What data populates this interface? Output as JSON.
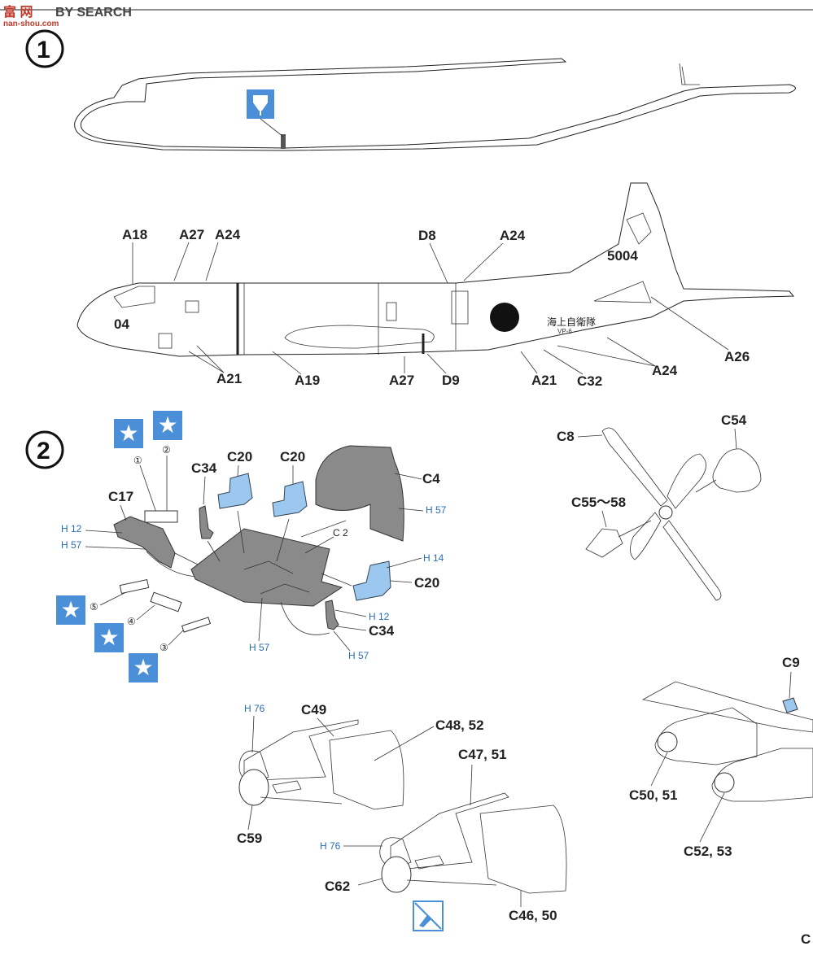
{
  "watermark": {
    "brand_cn": "富 网",
    "brand_en": "BY SEARCH",
    "url": "nan-shou.com"
  },
  "steps": [
    {
      "num": "1"
    },
    {
      "num": "2"
    }
  ],
  "step1_labels": {
    "a18": "A18",
    "a27_top": "A27",
    "a24_top_left": "A24",
    "d8": "D8",
    "a24_top_right": "A24",
    "a21_left": "A21",
    "a19": "A19",
    "a27_bottom": "A27",
    "d9": "D9",
    "a21_right": "A21",
    "c32": "C32",
    "a24_bottom": "A24",
    "a26": "A26"
  },
  "aircraft_markings": {
    "nose_number": "04",
    "tail_number": "5004",
    "fuselage_text": "海上自衛隊",
    "unit": "VP-6"
  },
  "step2_labels": {
    "c17": "C17",
    "c34_top": "C34",
    "c20_a": "C20",
    "c20_b": "C20",
    "c4": "C4",
    "c2": "C 2",
    "c20_c": "C20",
    "c34_bottom": "C34",
    "c8": "C8",
    "c54": "C54",
    "c55_58": "C55～58",
    "c9": "C9",
    "c49": "C49",
    "c48_52": "C48, 52",
    "c47_51": "C47, 51",
    "c59": "C59",
    "c62": "C62",
    "c46_50": "C46, 50",
    "c50_51": "C50, 51",
    "c52_53": "C52, 53",
    "c_edge": "C"
  },
  "h_refs": {
    "h12_left": "H 12",
    "h57_left": "H 57",
    "h57_c4": "H 57",
    "h14": "H 14",
    "h12_bottom": "H 12",
    "h57_bottom_left": "H 57",
    "h57_bottom_right": "H 57",
    "h76_top": "H 76",
    "h76_bottom": "H 76"
  },
  "decal_numbers": {
    "d1": "①",
    "d2": "②",
    "d3": "③",
    "d4": "④",
    "d5": "⑤"
  },
  "colors": {
    "decal_blue": "#4a8fd8",
    "seat_blue": "#9cc8ef",
    "part_grey": "#8a8a8a",
    "ref_blue": "#2a6db3"
  },
  "icons": [
    "star-icon",
    "paint-brush-icon",
    "no-glue-icon"
  ]
}
